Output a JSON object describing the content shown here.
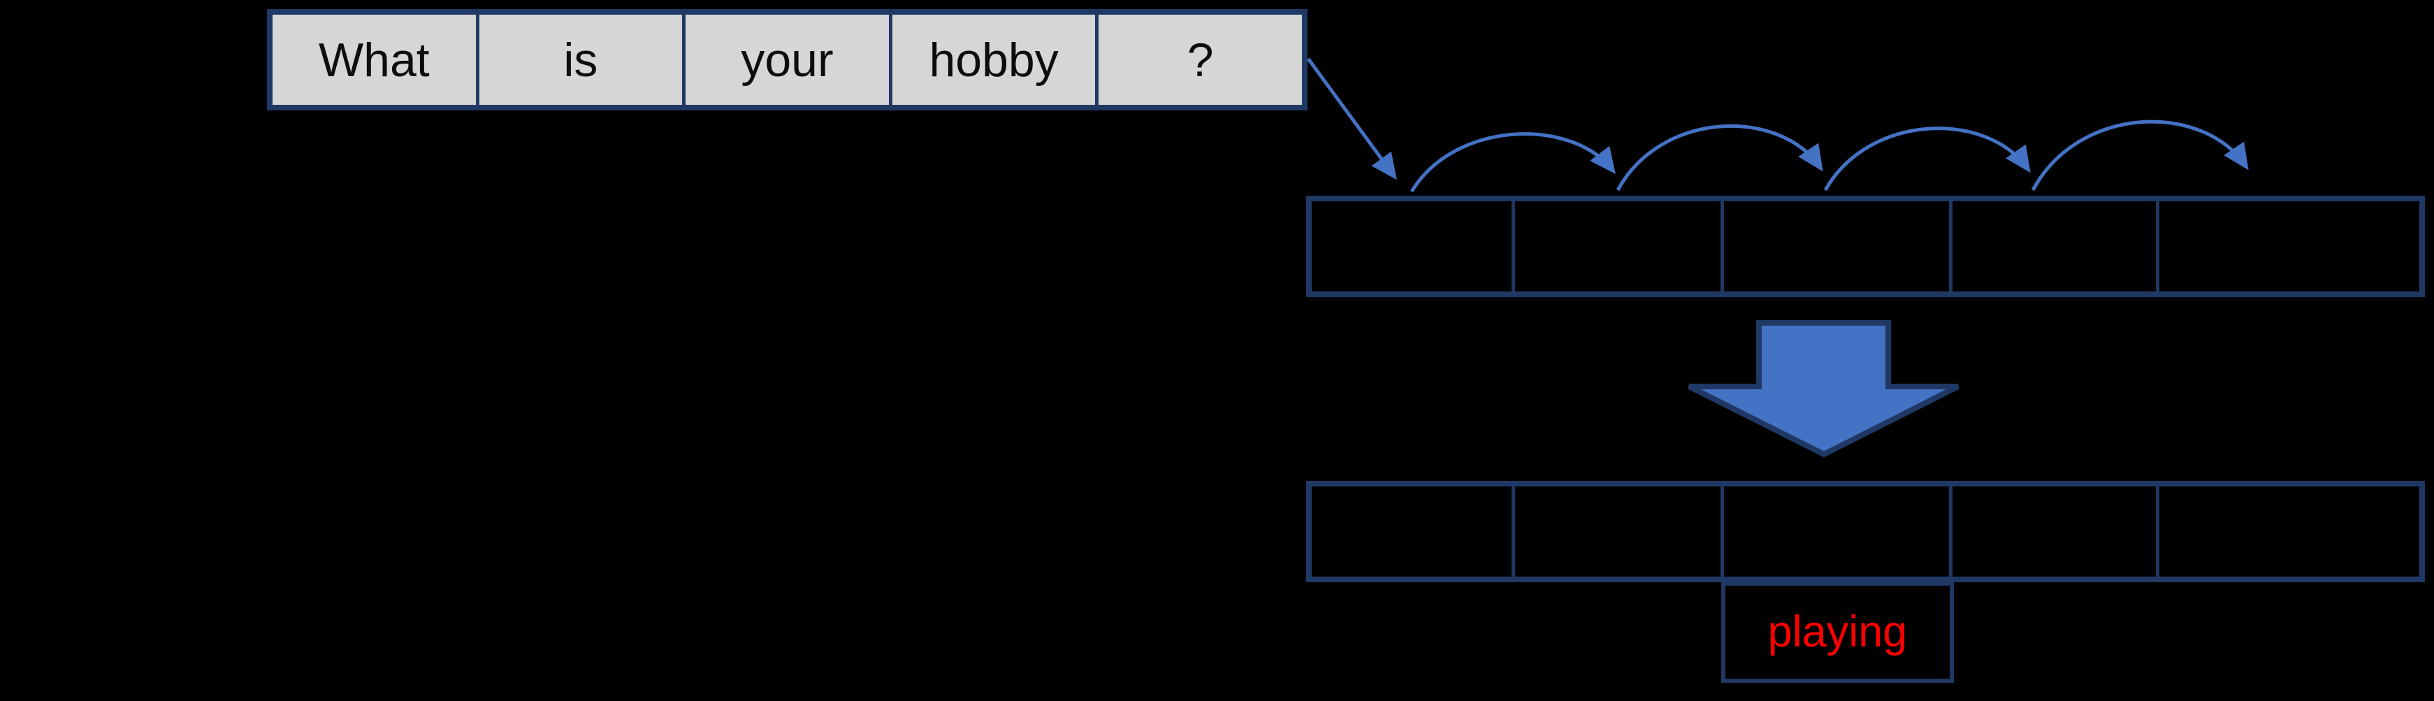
{
  "diagram": {
    "background": "#000000",
    "colors": {
      "accent_blue": "#4472C4",
      "border_navy": "#1F3864",
      "cell_gray": "#D6D6D6",
      "text_black": "#0D0D0D",
      "highlight_red": "#FF0000"
    },
    "sentence_row": {
      "words": [
        "What",
        "is",
        "your",
        "hobby",
        "?"
      ]
    },
    "hidden_row_top": {
      "cells": [
        "",
        "",
        "",
        "",
        ""
      ]
    },
    "hidden_row_bottom": {
      "cells": [
        "",
        "",
        "",
        "",
        ""
      ]
    },
    "prediction_box": {
      "label": "playing"
    },
    "icons": {
      "input_arrow": "diagonal-arrow-icon",
      "hop_arrows": "arc-hop-arrow-icon",
      "transform_arrow": "big-down-arrow-icon"
    }
  }
}
